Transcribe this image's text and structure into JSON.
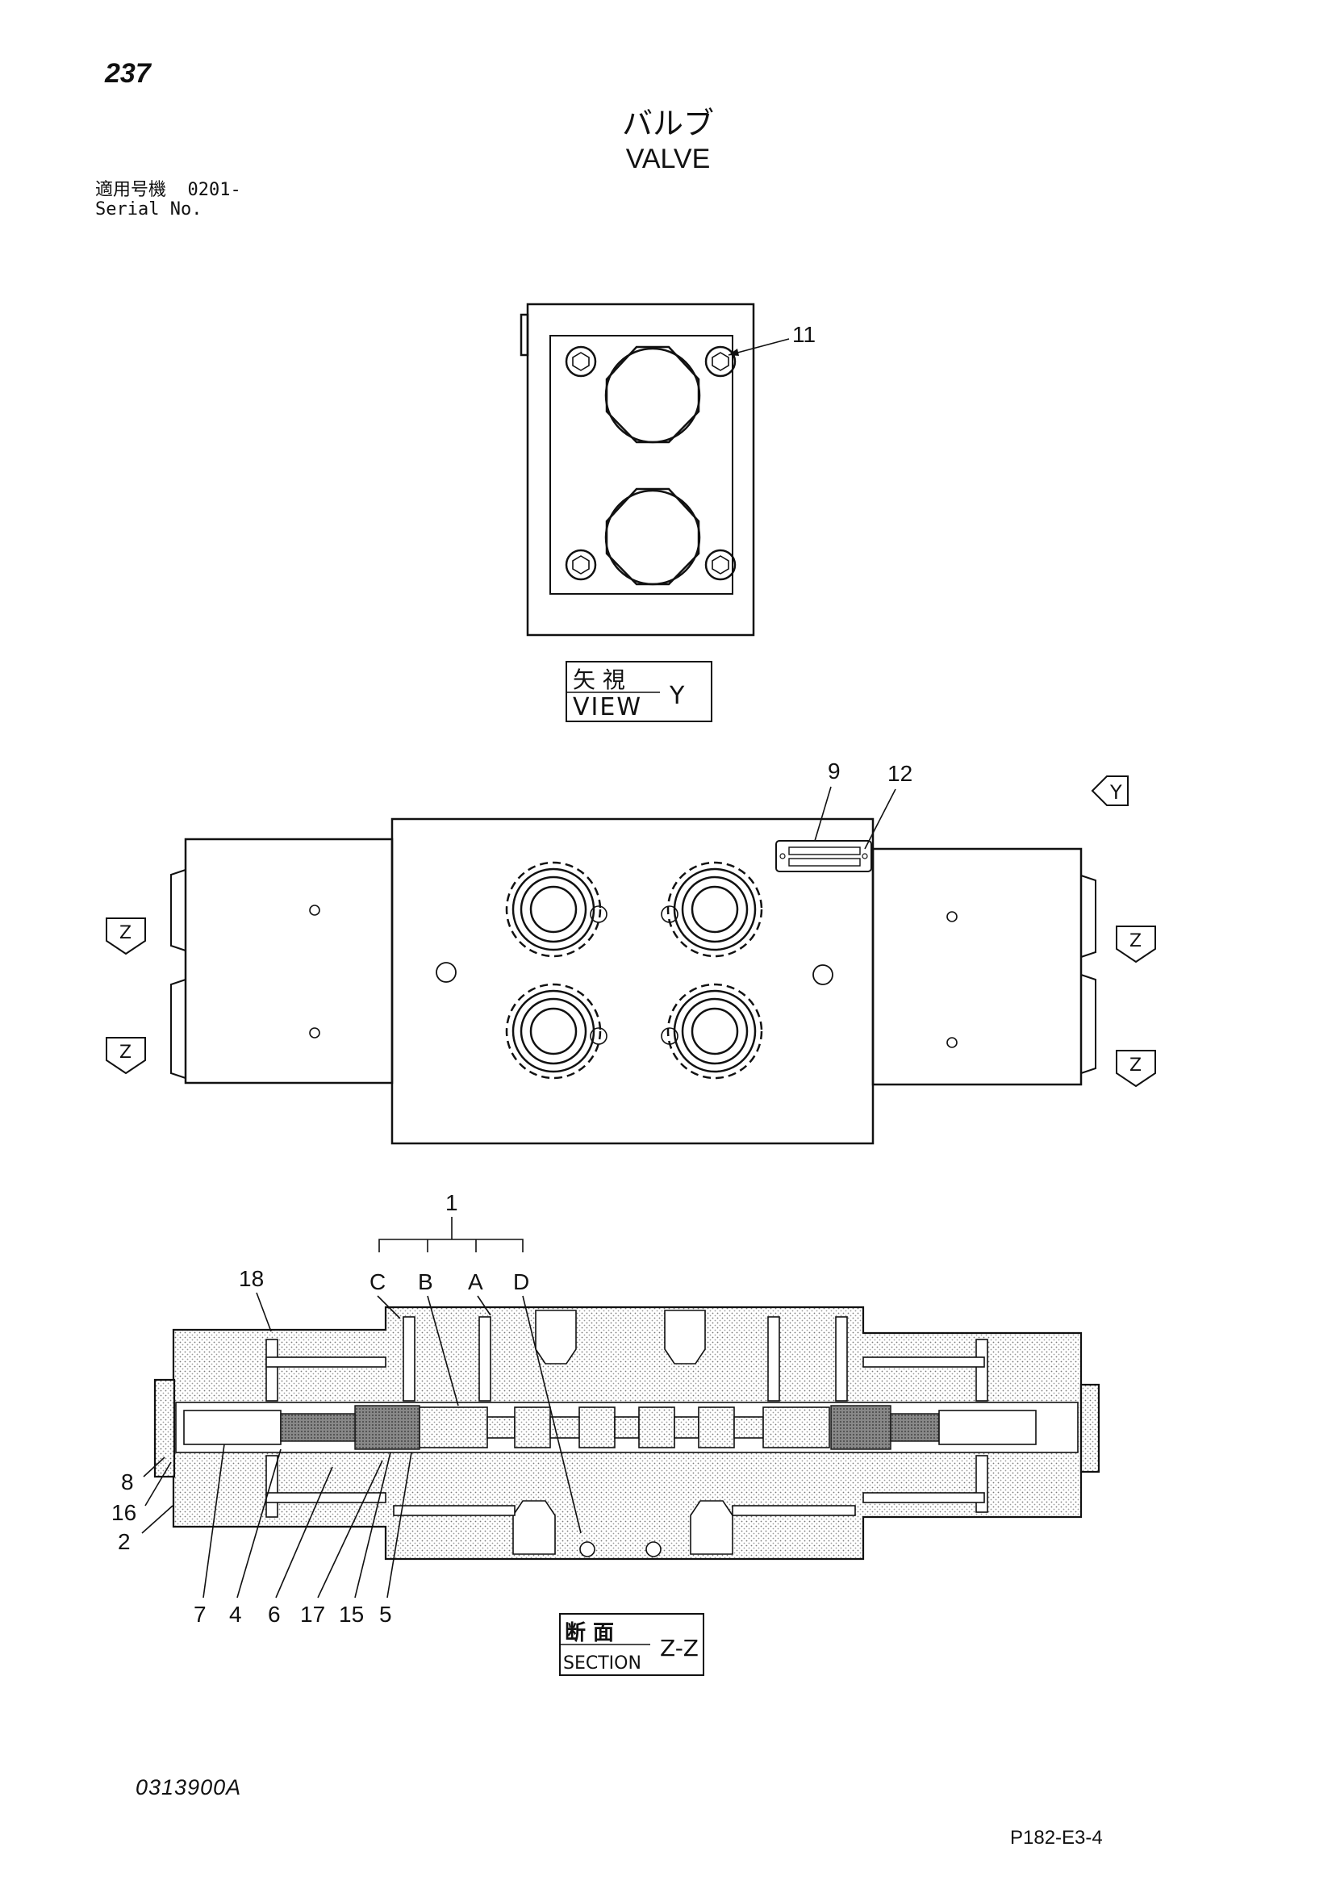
{
  "page": {
    "number": "237",
    "title_jp": "バルブ",
    "title_en": "VALVE",
    "serial_jp": "適用号機  0201-",
    "serial_en": "Serial No.",
    "doc_code": "0313900A",
    "ref_code": "P182-E3-4"
  },
  "views": {
    "view_y": {
      "jp": "矢 視",
      "en": "VIEW",
      "letter": "Y"
    },
    "section_zz": {
      "jp": "断 面",
      "en": "SECTION",
      "letter": "Z-Z"
    },
    "arrow_y": "Y",
    "arrow_z": "Z"
  },
  "callouts": {
    "c11": "11",
    "c9": "9",
    "c12": "12",
    "c1": "1",
    "cC": "C",
    "cB": "B",
    "cA": "A",
    "cD": "D",
    "c18": "18",
    "c8": "8",
    "c16": "16",
    "c2": "2",
    "c7": "7",
    "c4": "4",
    "c6": "6",
    "c17": "17",
    "c15": "15",
    "c5": "5"
  }
}
